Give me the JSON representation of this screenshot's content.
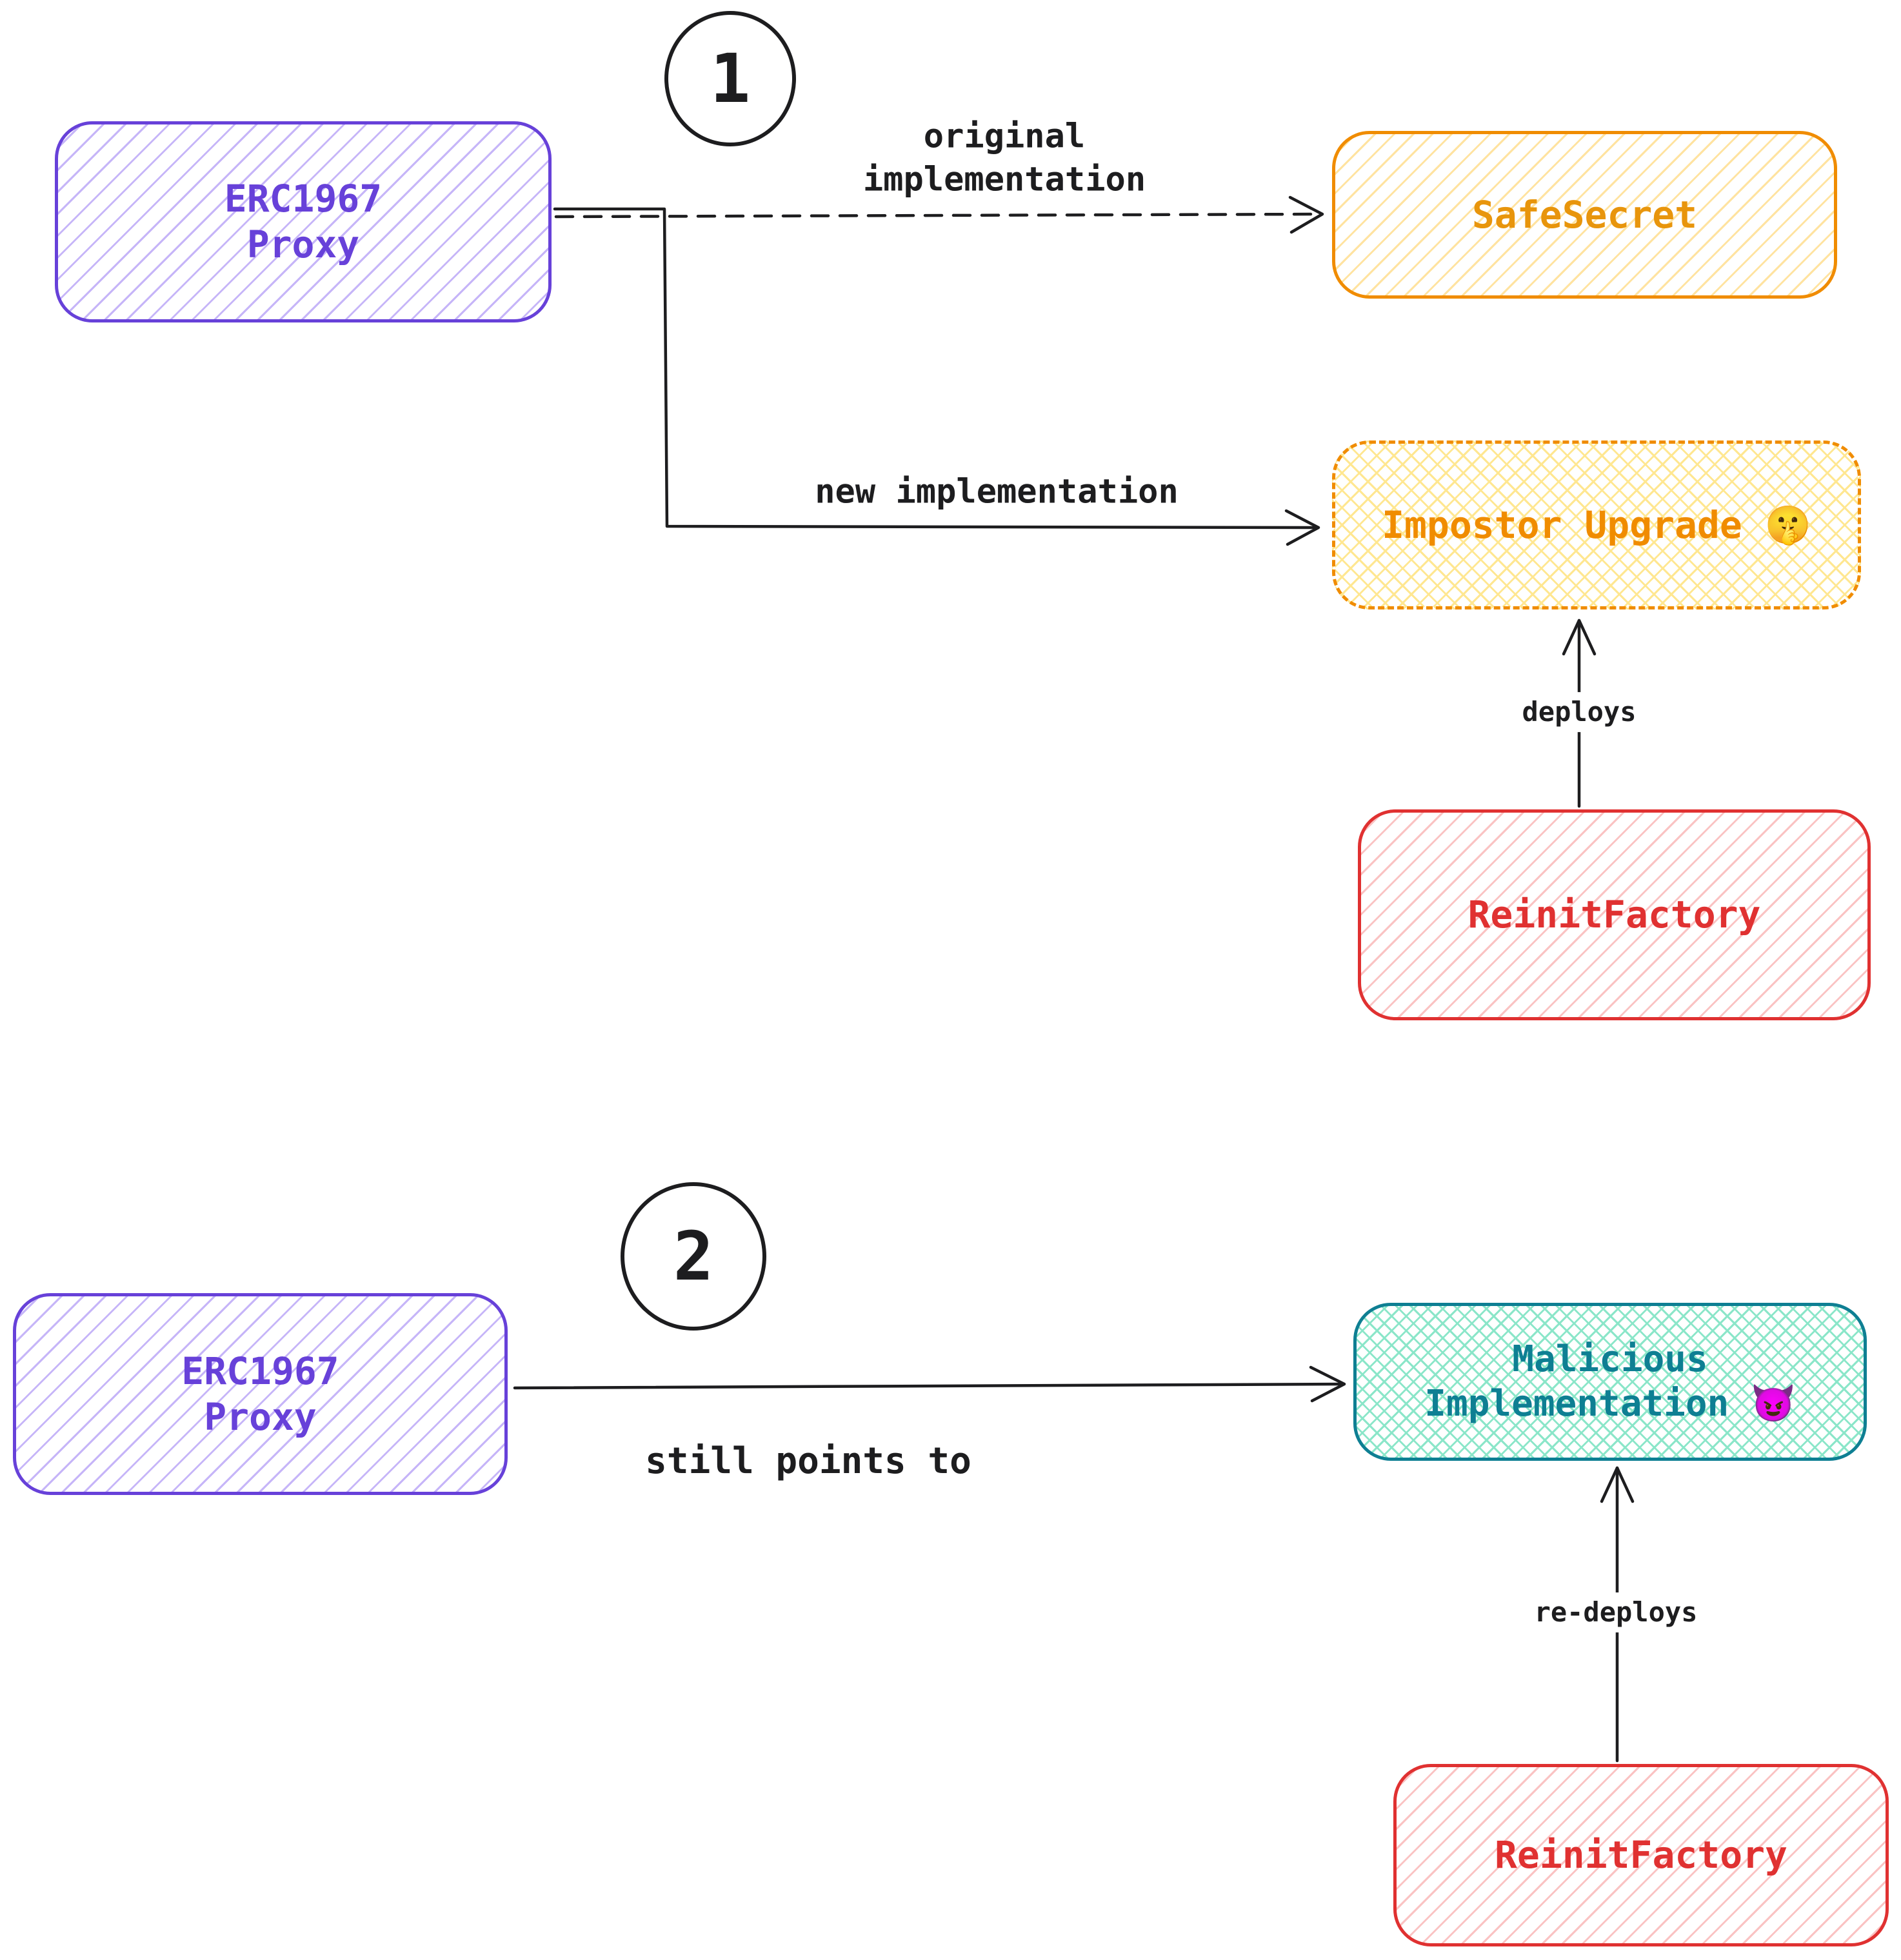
{
  "step1": {
    "badge": "1",
    "proxy": {
      "line1": "ERC1967",
      "line2": "Proxy"
    },
    "safe_secret_label": "SafeSecret",
    "impostor_label": "Impostor Upgrade 🤫",
    "factory_label": "ReinitFactory",
    "edge_original_line1": "original",
    "edge_original_line2": "implementation",
    "edge_new_label": "new implementation",
    "edge_deploys_label": "deploys"
  },
  "step2": {
    "badge": "2",
    "proxy": {
      "line1": "ERC1967",
      "line2": "Proxy"
    },
    "malicious": {
      "line1": "Malicious",
      "line2": "Implementation 😈"
    },
    "factory_label": "ReinitFactory",
    "edge_still_label": "still points to",
    "edge_redeploys_label": "re-deploys"
  },
  "colors": {
    "ink": "#1d1d1f",
    "purple": "#6741d9",
    "purple_fill": "#c6b5f8",
    "orange": "#f08c00",
    "orange_text": "#e8950c",
    "yellow_fill": "#ffe3a0",
    "yellow_cross": "#ffe791",
    "red": "#e03131",
    "red_fill": "#fac3c3",
    "teal": "#0e7f93",
    "mint_fill": "#8be6c9"
  }
}
